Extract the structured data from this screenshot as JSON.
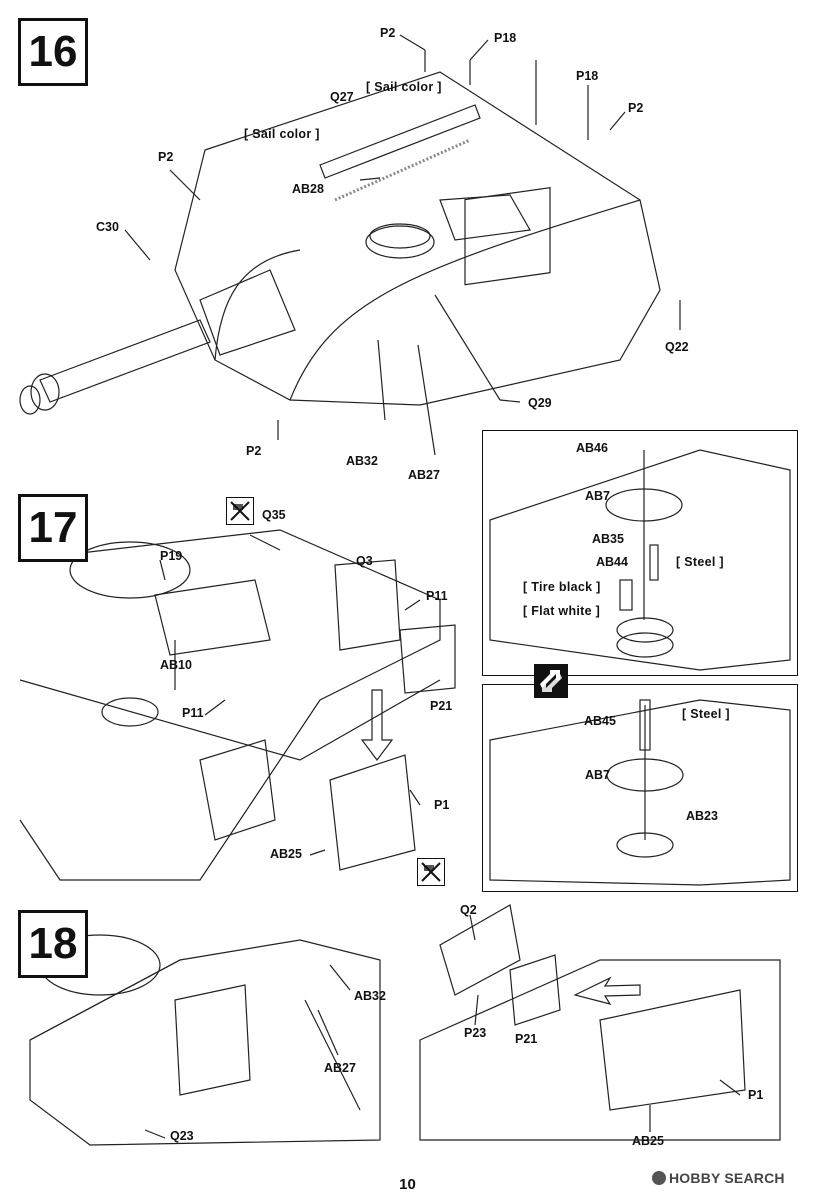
{
  "steps": {
    "s16": "16",
    "s17": "17",
    "s18": "18"
  },
  "notes": {
    "sail1": "[ Sail color ]",
    "sail2": "[ Sail color ]",
    "steel1": "[ Steel ]",
    "steel2": "[ Steel ]",
    "tire": "[ Tire black ]",
    "flat": "[ Flat white ]"
  },
  "labels16": {
    "p2a": "P2",
    "p18a": "P18",
    "q27": "Q27",
    "p18b": "P18",
    "p2b": "P2",
    "p2c": "P2",
    "ab28": "AB28",
    "c30": "C30",
    "q22": "Q22",
    "q29": "Q29",
    "p2d": "P2",
    "ab32": "AB32",
    "ab27": "AB27"
  },
  "labels17": {
    "q35": "Q35",
    "p19": "P19",
    "q3": "Q3",
    "p11a": "P11",
    "ab10": "AB10",
    "p11b": "P11",
    "p21": "P21",
    "p1": "P1",
    "ab25": "AB25"
  },
  "labelsInset": {
    "ab46": "AB46",
    "ab7a": "AB7",
    "ab35": "AB35",
    "ab44": "AB44",
    "ab45": "AB45",
    "ab7b": "AB7",
    "ab23": "AB23"
  },
  "labels18": {
    "ab32": "AB32",
    "ab27": "AB27",
    "q23": "Q23",
    "q2": "Q2",
    "p23": "P23",
    "p21": "P21",
    "p1": "P1",
    "ab25": "AB25"
  },
  "icons": [
    "no-glue-icon",
    "alternative-swap-icon"
  ],
  "footer": {
    "page": "10",
    "watermark": "HOBBY SEARCH"
  }
}
